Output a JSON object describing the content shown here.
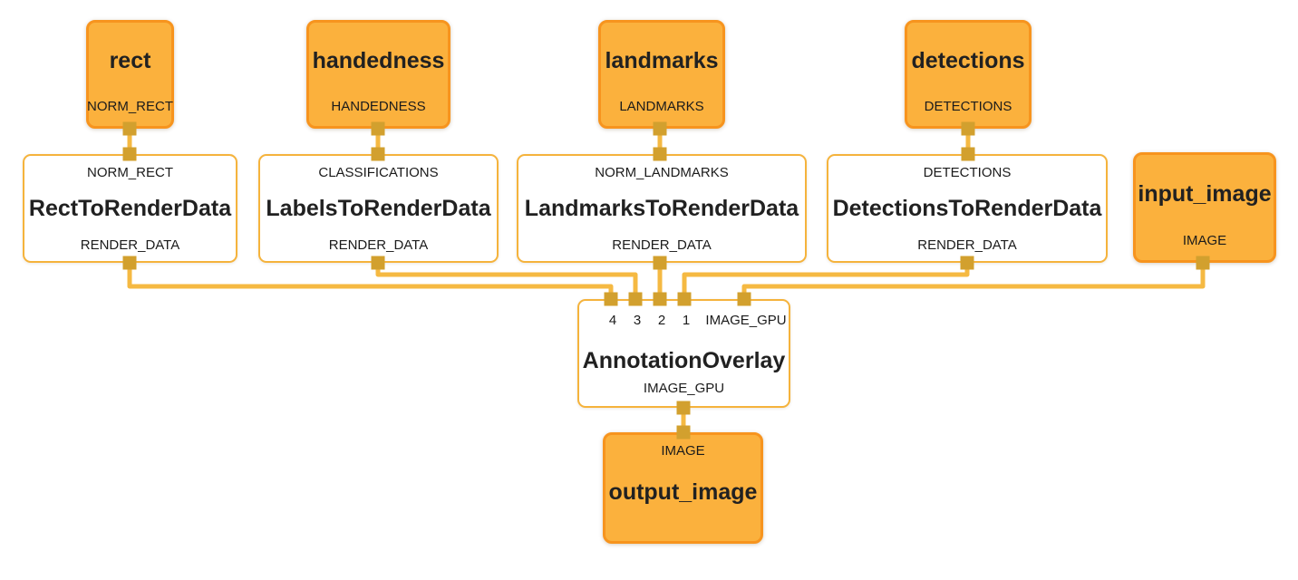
{
  "diagram": {
    "colors": {
      "orange_fill": "#FBB13D",
      "orange_border": "#F7941E",
      "white_node_border": "#F5B33C",
      "edge": "#F5B942",
      "connector": "#D2A02E",
      "text": "#212121"
    },
    "nodes": {
      "rect": {
        "title": "rect",
        "output_port": "NORM_RECT"
      },
      "handedness": {
        "title": "handedness",
        "output_port": "HANDEDNESS"
      },
      "landmarks": {
        "title": "landmarks",
        "output_port": "LANDMARKS"
      },
      "detections": {
        "title": "detections",
        "output_port": "DETECTIONS"
      },
      "rect_to_render_data": {
        "input_port": "NORM_RECT",
        "title": "RectToRenderData",
        "output_port": "RENDER_DATA"
      },
      "labels_to_render_data": {
        "input_port": "CLASSIFICATIONS",
        "title": "LabelsToRenderData",
        "output_port": "RENDER_DATA"
      },
      "landmarks_to_render_data": {
        "input_port": "NORM_LANDMARKS",
        "title": "LandmarksToRenderData",
        "output_port": "RENDER_DATA"
      },
      "detections_to_render_data": {
        "input_port": "DETECTIONS",
        "title": "DetectionsToRenderData",
        "output_port": "RENDER_DATA"
      },
      "input_image": {
        "title": "input_image",
        "output_port": "IMAGE"
      },
      "annotation_overlay": {
        "title": "AnnotationOverlay",
        "input_ports": [
          "4",
          "3",
          "2",
          "1",
          "IMAGE_GPU"
        ],
        "output_port": "IMAGE_GPU"
      },
      "output_image": {
        "input_port": "IMAGE",
        "title": "output_image"
      }
    }
  }
}
